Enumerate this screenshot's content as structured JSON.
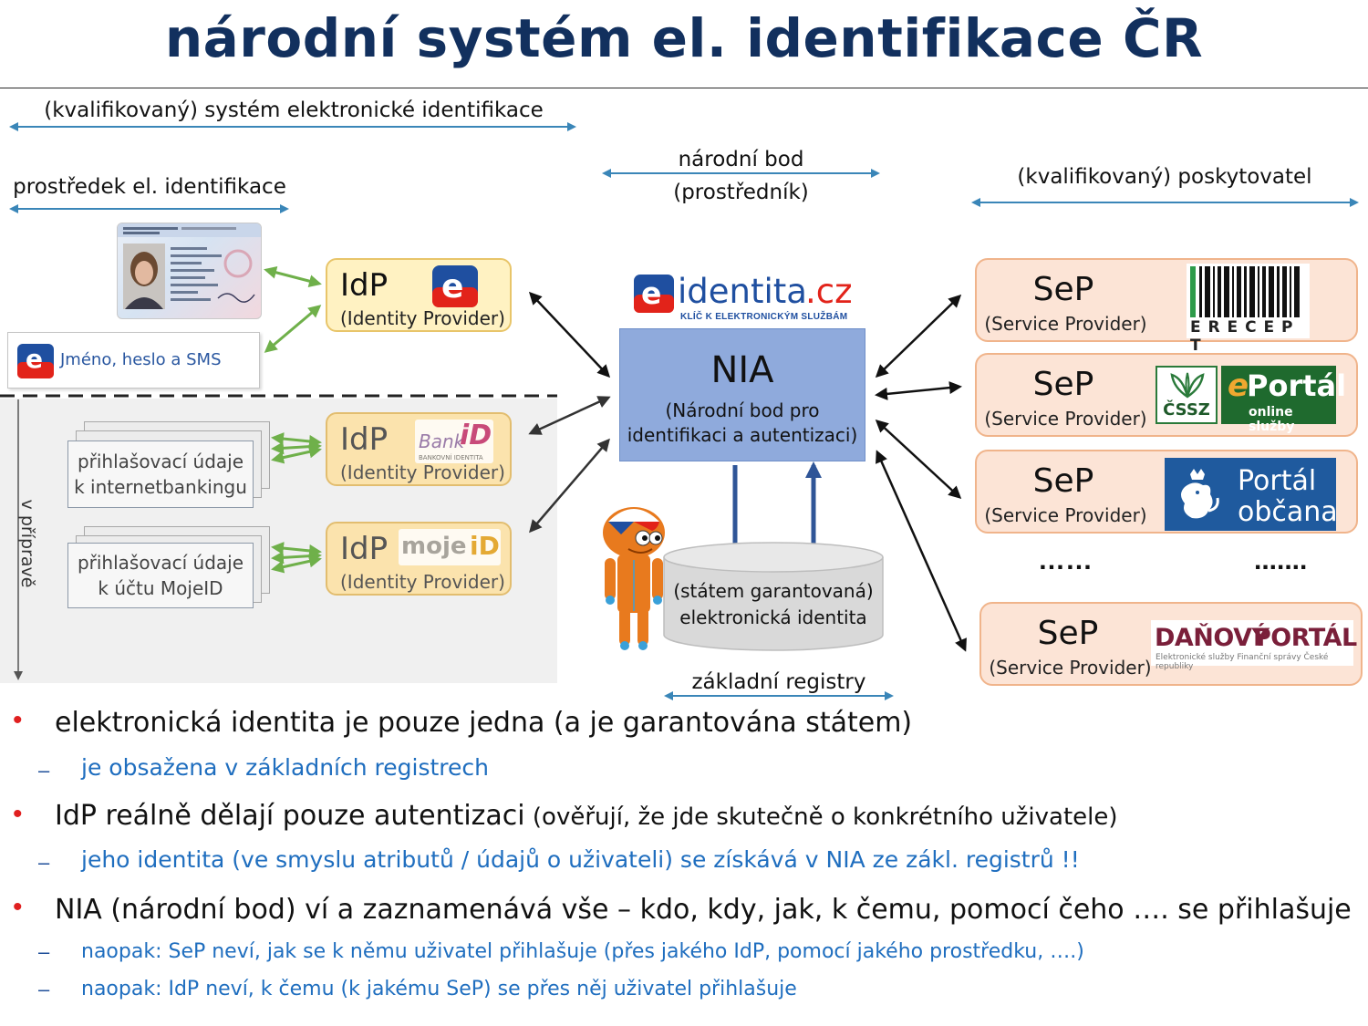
{
  "title": "národní systém el. identifikace ČR",
  "labels": {
    "qualified_system": "(kvalifikovaný) systém elektronické   identifikace",
    "means": "prostředek el. identifikace",
    "national_point_1": "národní bod",
    "national_point_2": "(prostředník)",
    "provider": "(kvalifikovaný) poskytovatel",
    "in_preparation": "v přípravě",
    "base_registers": "základní registry"
  },
  "credential_login": "Jméno, heslo a SMS",
  "credentials": [
    {
      "line1": "přihlašovací údaje",
      "line2": "k internetbankingu"
    },
    {
      "line1": "přihlašovací údaje",
      "line2": "k účtu MojeID"
    }
  ],
  "idp": {
    "abbr": "IdP",
    "full": "(Identity Provider)"
  },
  "idp_logos": {
    "bank_main": "Bank",
    "bank_id": "iD",
    "bank_sub": "BANKOVNÍ IDENTITA",
    "mojeid_a": "moje",
    "mojeid_b": "iD"
  },
  "eidentita": {
    "e": "e",
    "name": "identita",
    "tld": ".cz",
    "tagline": "KLÍČ K ELEKTRONICKÝM SLUŽBÁM"
  },
  "nia": {
    "title": "NIA",
    "line1": "(Národní bod pro",
    "line2": "identifikaci a autentizaci)"
  },
  "database": {
    "line1": "(státem garantovaná)",
    "line2": "elektronická identita"
  },
  "sep": {
    "abbr": "SeP",
    "full": "(Service Provider)"
  },
  "sep_logos": {
    "erecept": "E R E C E P T",
    "cssz": "ČSSZ",
    "eportal_e": "e",
    "eportal_main": "Portál",
    "eportal_sub": "online služby",
    "portal_obcana_1": "Portál",
    "portal_obcana_2": "občana",
    "danovy_1": "DAŇOVÝ",
    "danovy_2": "PORTÁL",
    "danovy_sub": "Elektronické služby Finanční správy České republiky"
  },
  "ellipsis_left": "……",
  "ellipsis_right": ".......",
  "bullets": {
    "b1": "elektronická identita je pouze jedna (a je garantována státem)",
    "b1_sub": "je obsažena v základních registrech",
    "b2_main": "IdP reálně dělají pouze autentizaci",
    "b2_paren": " (ověřují, že jde skutečně o konkrétního uživatele)",
    "b2_sub": "jeho identita (ve smyslu atributů / údajů o uživateli) se získává v NIA ze zákl. registrů !!",
    "b3": "NIA (národní bod) ví a zaznamenává vše – kdo, kdy, jak, k čemu, pomocí čeho …. se přihlašuje",
    "b3_sub1": "naopak: SeP neví, jak se k němu uživatel přihlašuje (přes jakého IdP, pomocí jakého prostředku, ….)",
    "b3_sub2": "naopak: IdP neví, k čemu (k jakému SeP) se přes něj uživatel přihlašuje"
  },
  "bullet_marks": {
    "dot": "•",
    "dash": "–"
  },
  "colors": {
    "title": "#12305e",
    "label_arrow": "#3a86b8",
    "green_arrow": "#6fb04a",
    "idp_fill": "#fff2c2",
    "sep_fill": "#fce4d6",
    "nia_fill": "#8faadc",
    "db_arrow": "#2f5597",
    "bullet_red": "#e02020",
    "sub_blue": "#1f6ebf"
  }
}
